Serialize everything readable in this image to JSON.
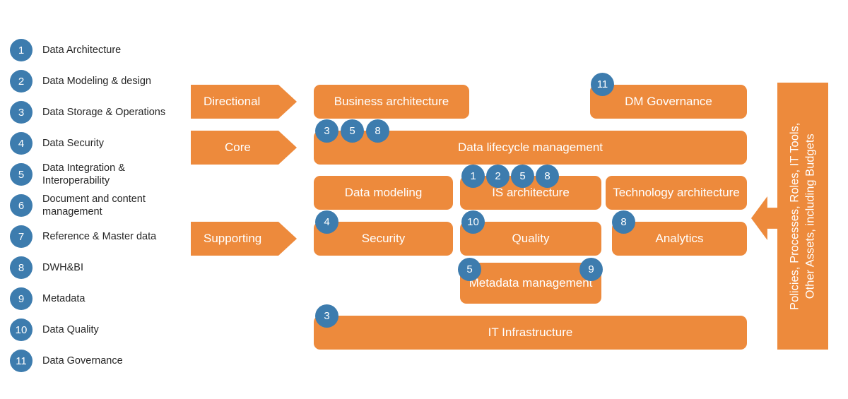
{
  "legend": {
    "items": [
      {
        "number": "1",
        "label": "Data Architecture"
      },
      {
        "number": "2",
        "label": "Data Modeling & design"
      },
      {
        "number": "3",
        "label": "Data Storage & Operations"
      },
      {
        "number": "4",
        "label": "Data Security"
      },
      {
        "number": "5",
        "label": "Data Integration & Interoperability"
      },
      {
        "number": "6",
        "label": "Document and content management"
      },
      {
        "number": "7",
        "label": "Reference & Master data"
      },
      {
        "number": "8",
        "label": "DWH&BI"
      },
      {
        "number": "9",
        "label": "Metadata"
      },
      {
        "number": "10",
        "label": "Data Quality"
      },
      {
        "number": "11",
        "label": "Data Governance"
      }
    ]
  },
  "category_arrows": {
    "directional": "Directional",
    "core": "Core",
    "supporting": "Supporting"
  },
  "boxes": {
    "business_architecture": "Business architecture",
    "dm_governance": "DM Governance",
    "data_lifecycle_management": "Data lifecycle management",
    "data_modeling": "Data modeling",
    "is_architecture": "IS architecture",
    "technology_architecture": "Technology architecture",
    "security": "Security",
    "quality": "Quality",
    "analytics": "Analytics",
    "metadata_management": "Metadata management",
    "it_infrastructure": "IT Infrastructure"
  },
  "badges": {
    "dm_governance": "11",
    "lifecycle": [
      "3",
      "5",
      "8"
    ],
    "is_architecture": [
      "1",
      "2",
      "5",
      "8"
    ],
    "security": "4",
    "quality": "10",
    "analytics": "8",
    "metadata_left": "5",
    "metadata_right": "9",
    "it_infrastructure": "3"
  },
  "side_panel": {
    "line1": "Policies, Processes, Roles, IT Tools,",
    "line2": "Other Assets, including Budgets"
  },
  "colors": {
    "orange": "#ED8A3C",
    "blue": "#3D7CAE",
    "text_dark": "#262626",
    "white": "#FFFFFF"
  }
}
